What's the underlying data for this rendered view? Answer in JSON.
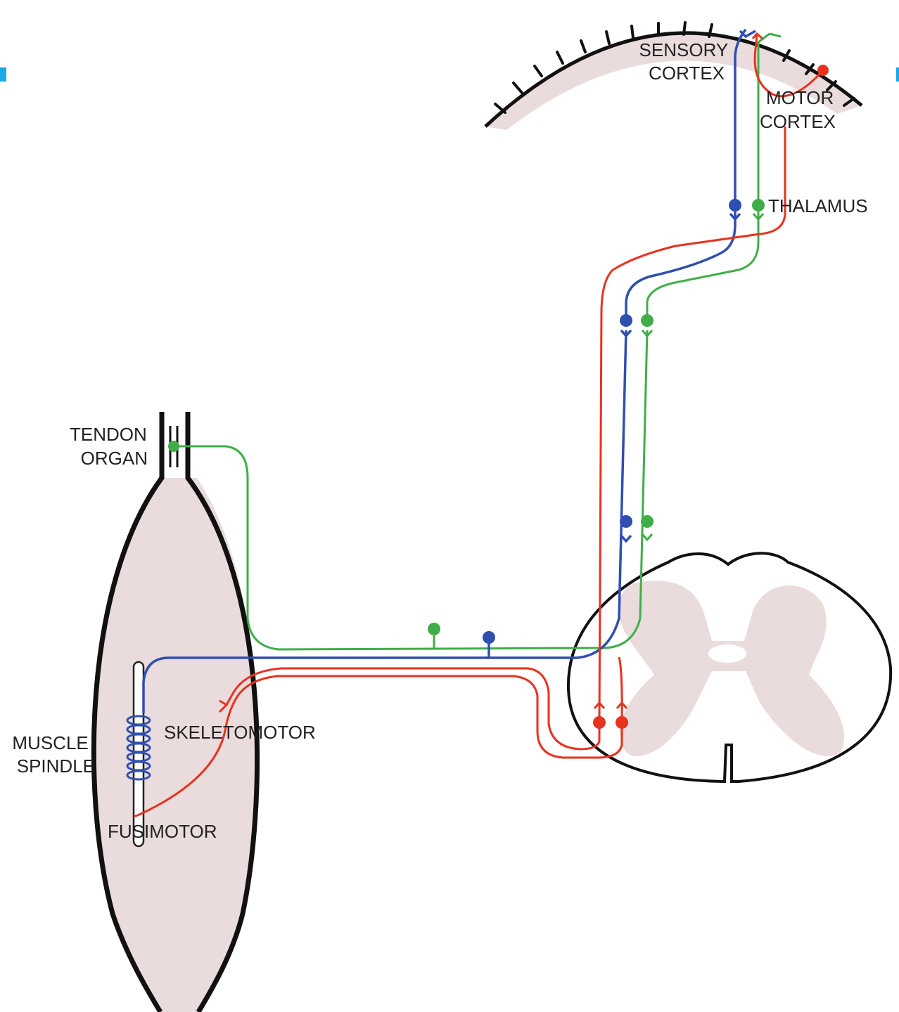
{
  "labels": {
    "sensory_cortex": [
      "SENSORY",
      "CORTEX"
    ],
    "motor_cortex": [
      "MOTOR",
      "CORTEX"
    ],
    "thalamus": "THALAMUS",
    "tendon_organ": [
      "TENDON",
      "ORGAN"
    ],
    "muscle_spindle": [
      "MUSCLE",
      "SPINDLE"
    ],
    "skeletomotor": "SKELETOMOTOR",
    "fusimotor": "FUSIMOTOR"
  },
  "colors": {
    "tissue": "#eadcdc",
    "outline": "#111111",
    "sensory_pathway_blue": "#2f4fb0",
    "tendon_pathway_green": "#3fae49",
    "motor_pathway_red": "#e8321e",
    "edge_marker": "#1ea7e6"
  }
}
